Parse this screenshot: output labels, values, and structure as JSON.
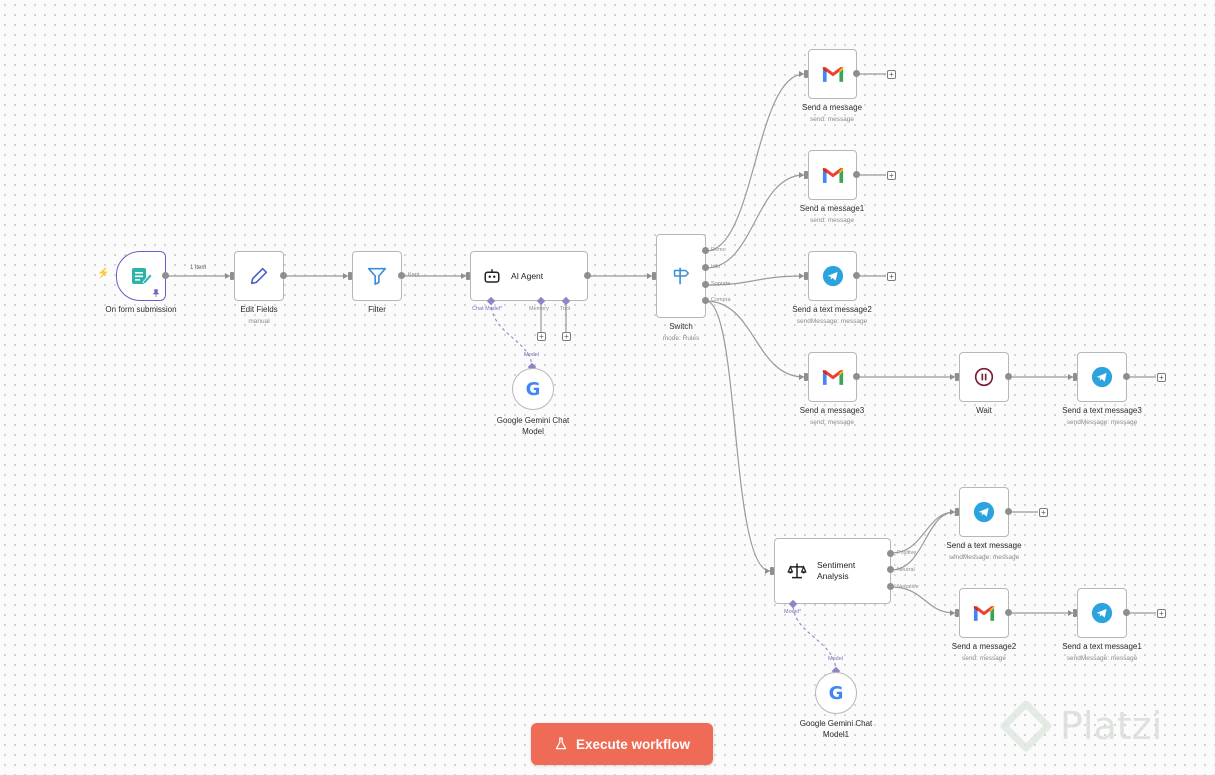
{
  "trigger_node": {
    "title": "On form submission"
  },
  "edit_fields": {
    "title": "Edit Fields",
    "subtitle": "manual"
  },
  "filter_node": {
    "title": "Filter",
    "out_label": "Kept"
  },
  "ai_agent": {
    "title": "AI Agent",
    "ports": [
      "Chat Model*",
      "Memory",
      "Tool"
    ]
  },
  "gemini1": {
    "title_line1": "Google Gemini Chat",
    "title_line2": "Model",
    "port_label": "Model"
  },
  "switch_node": {
    "title": "Switch",
    "subtitle": "mode: Rules",
    "outputs": [
      "Demo",
      "Info",
      "Soporte",
      "Compra"
    ]
  },
  "edge_labels": {
    "trigger_items": "1 item"
  },
  "gmail1": {
    "title": "Send a message",
    "subtitle": "send: message"
  },
  "gmail2": {
    "title": "Send a message1",
    "subtitle": "send: message"
  },
  "telegram2": {
    "title": "Send a text message2",
    "subtitle": "sendMessage: message"
  },
  "gmail3": {
    "title": "Send a message3",
    "subtitle": "send: message"
  },
  "wait_node": {
    "title": "Wait"
  },
  "telegram3": {
    "title": "Send a text message3",
    "subtitle": "sendMessage: message"
  },
  "sentiment": {
    "title_line1": "Sentiment",
    "title_line2": "Analysis",
    "outputs": [
      "Positive",
      "Neutral",
      "Negative"
    ],
    "port_label": "Model*"
  },
  "telegram0": {
    "title": "Send a text message",
    "subtitle": "sendMessage: message"
  },
  "gmail4": {
    "title": "Send a message2",
    "subtitle": "send: message"
  },
  "telegram1": {
    "title": "Send a text message1",
    "subtitle": "sendMessage: message"
  },
  "gemini2": {
    "title_line1": "Google Gemini Chat",
    "title_line2": "Model1",
    "port_label": "Model"
  },
  "execute_button": {
    "label": "Execute workflow"
  },
  "watermark": {
    "text": "Platzi"
  },
  "colors": {
    "accent": "#f06b55",
    "telegram": "#2aa3df",
    "trigger": "#2bb5a8",
    "wait": "#7a1e32",
    "sub_port": "#8a86c8"
  }
}
